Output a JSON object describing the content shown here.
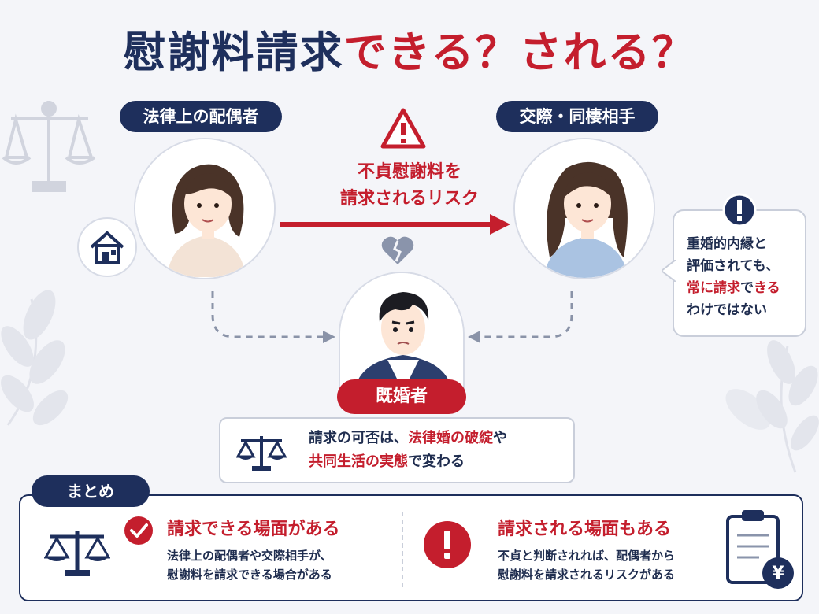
{
  "title": {
    "part1": "慰謝料請求",
    "part2": "できる？される？"
  },
  "spouse": {
    "label": "法律上の配偶者"
  },
  "partner": {
    "label": "交際・同棲相手"
  },
  "married": {
    "label": "既婚者"
  },
  "risk": {
    "line1": "不貞慰謝料を",
    "line2": "請求されるリスク"
  },
  "callout": {
    "line1": "重婚的内縁と",
    "line2": "評価されても、",
    "line3_red_a": "常に請求",
    "line3_mid": "で",
    "line3_red_b": "きる",
    "line4": "わけではない"
  },
  "info": {
    "line1_a": "請求の可否は、",
    "line1_red": "法律婚の破綻",
    "line1_b": "や",
    "line2_red": "共同生活の実態",
    "line2_b": "で変わる"
  },
  "summary": {
    "tab": "まとめ",
    "left": {
      "heading": "請求できる場面がある",
      "line1": "法律上の配偶者や交際相手が、",
      "line2": "慰謝料を請求できる場合がある"
    },
    "right": {
      "heading": "請求される場面もある",
      "line1": "不貞と判断されれば、配偶者から",
      "line2": "慰謝料を請求されるリスクがある"
    },
    "yen": "¥"
  },
  "colors": {
    "navy": "#1e2f5c",
    "red": "#c41e2d",
    "background": "#f4f5f9"
  },
  "icons": [
    "scales-icon",
    "warning-icon",
    "house-icon",
    "broken-heart-icon",
    "exclamation-icon",
    "check-icon",
    "clipboard-icon"
  ]
}
